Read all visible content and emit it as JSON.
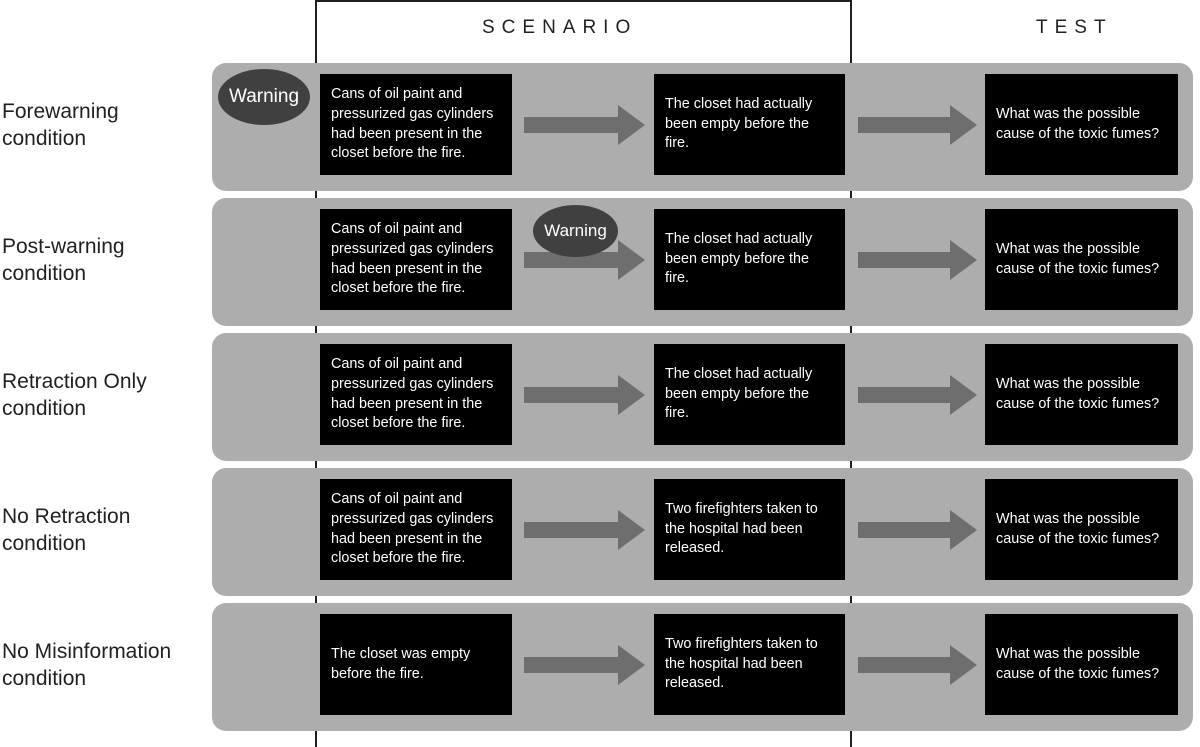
{
  "figure": {
    "type": "diagram",
    "description": "Experimental design flow diagram of five misinformation-retraction conditions"
  },
  "columns": [
    {
      "id": "scenario",
      "label": "SCENARIO"
    },
    {
      "id": "test",
      "label": "TEST"
    }
  ],
  "labels": {
    "warning": "Warning"
  },
  "colors": {
    "row_band": "#adadad",
    "text_box": "#000000",
    "text_box_font": "#ffffff",
    "arrow": "#6e6e6e",
    "warning_ellipse": "#404040",
    "rule_line": "#231f20",
    "page_background": "#ffffff"
  },
  "rows": [
    {
      "condition": "Forewarning\ncondition",
      "warning_position": "before-first-statement",
      "statement_1": "Cans of oil paint and pressurized gas cylinders had been present in the closet before the fire.",
      "statement_2": "The closet had actually been empty before the fire.",
      "test_question": "What was the possible cause of the toxic fumes?"
    },
    {
      "condition": "Post-warning\ncondition",
      "warning_position": "on-scenario-arrow",
      "statement_1": "Cans of oil paint and pressurized gas cylinders had been present in the closet before the fire.",
      "statement_2": "The closet had actually been empty before the fire.",
      "test_question": "What was the possible cause of the toxic fumes?"
    },
    {
      "condition": "Retraction Only\ncondition",
      "warning_position": "none",
      "statement_1": "Cans of oil paint and pressurized gas cylinders had been present in the closet before the fire.",
      "statement_2": "The closet had actually been empty before the fire.",
      "test_question": "What was the possible cause of the toxic fumes?"
    },
    {
      "condition": "No Retraction\ncondition",
      "warning_position": "none",
      "statement_1": "Cans of oil paint and pressurized gas cylinders had been present in the closet before the fire.",
      "statement_2": "Two firefighters taken to the hospital had been released.",
      "test_question": "What was the possible cause of the toxic fumes?"
    },
    {
      "condition": "No Misinformation\ncondition",
      "warning_position": "none",
      "statement_1": "The closet was empty before the fire.",
      "statement_2": "Two firefighters taken to the hospital had been released.",
      "test_question": "What was the possible cause of the toxic fumes?"
    }
  ]
}
